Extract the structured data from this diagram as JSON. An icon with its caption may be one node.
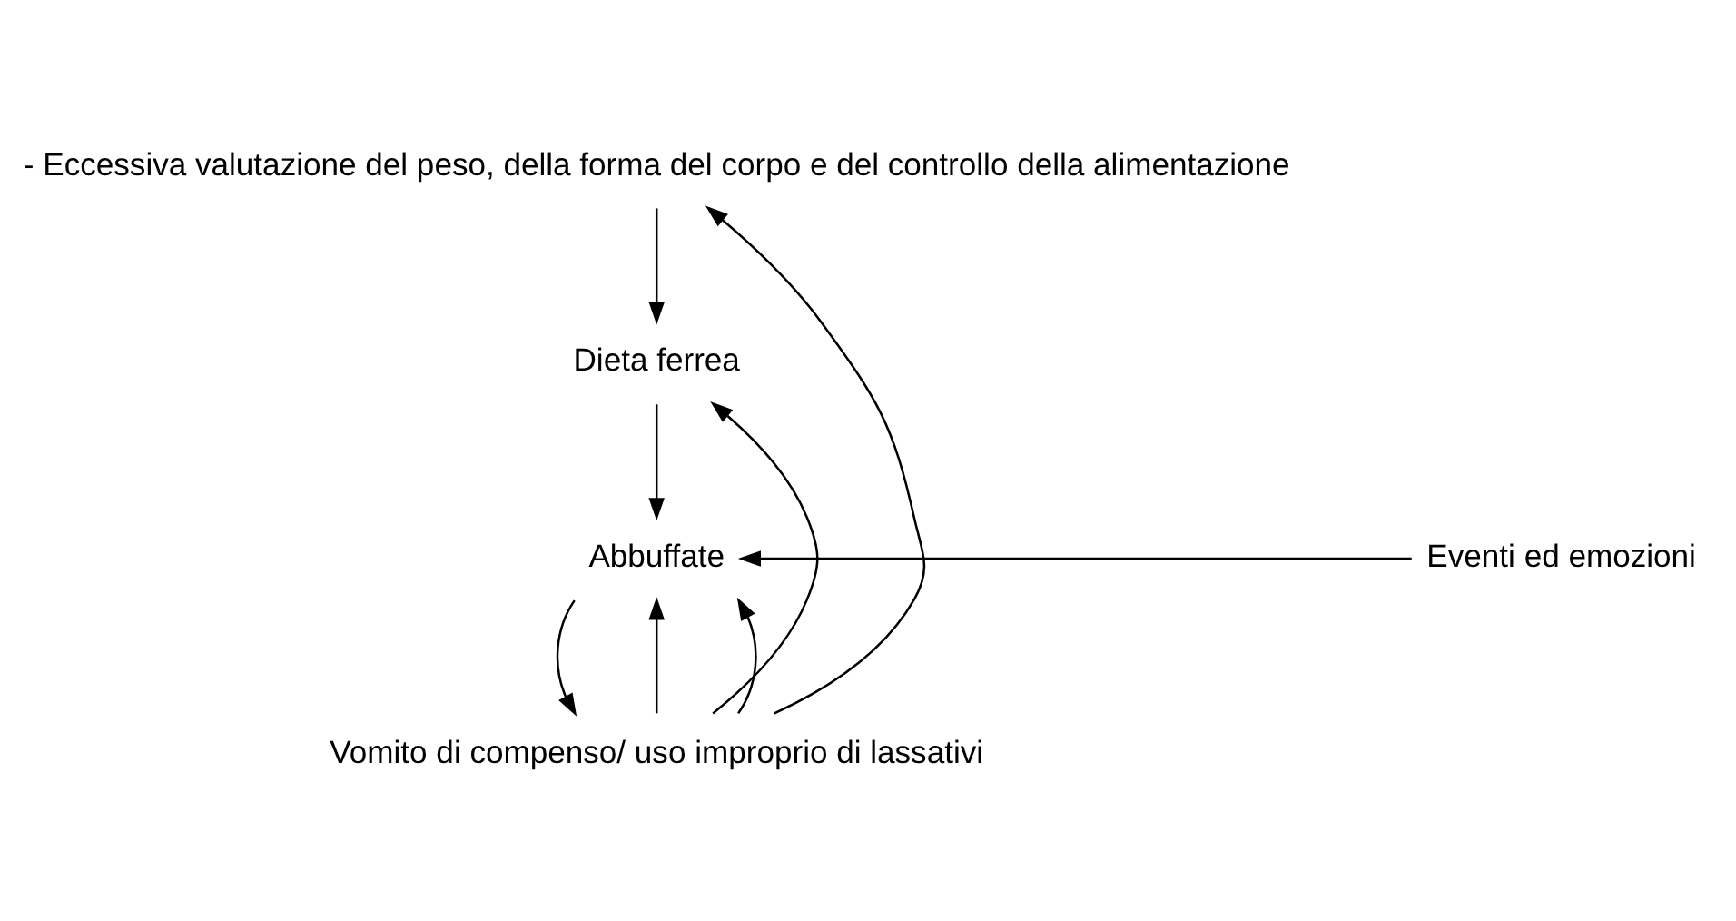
{
  "diagram": {
    "nodes": [
      {
        "text": [
          "- Eccessiva valutazione del peso, della forma del corpo e del controllo della alimentazione"
        ]
      },
      {
        "text": [
          "Dieta ferrea"
        ]
      },
      {
        "text": [
          "Abbuffate"
        ]
      },
      {
        "text": [
          "Eventi ed emozioni"
        ]
      },
      {
        "text": [
          "Vomito di compenso/ uso improprio di lassativi"
        ]
      }
    ],
    "edges": [
      {
        "from": 0,
        "to": 1,
        "arrow": "to"
      },
      {
        "from": 1,
        "to": 2,
        "arrow": "to"
      },
      {
        "from": 3,
        "to": 2,
        "arrow": "to"
      },
      {
        "from": 2,
        "to": 4,
        "arrow": "to"
      },
      {
        "from": 4,
        "to": 2,
        "arrow": "to"
      },
      {
        "from": 4,
        "to": 0,
        "arrow": "to"
      },
      {
        "from": 4,
        "to": 1,
        "arrow": "to"
      },
      {
        "from": 4,
        "to": 2,
        "arrow": "to"
      }
    ]
  }
}
